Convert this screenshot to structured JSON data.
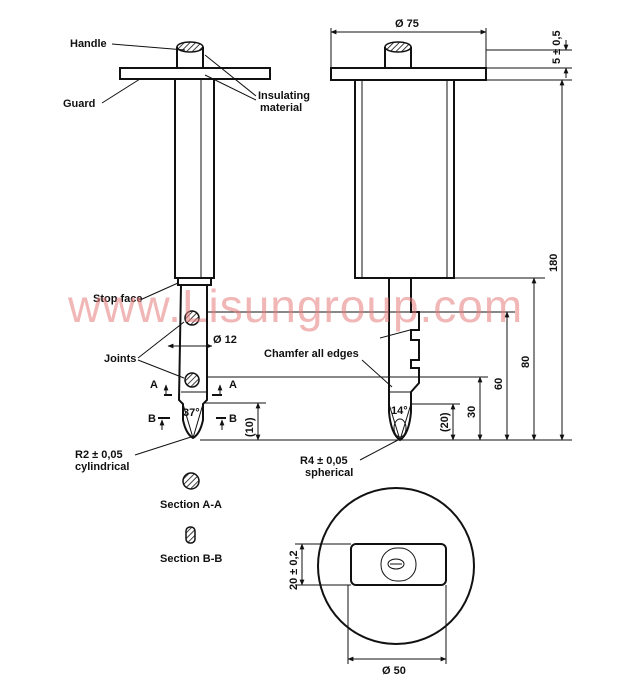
{
  "labels": {
    "handle": "Handle",
    "guard": "Guard",
    "insulating": "Insulating",
    "material": "material",
    "stop_face": "Stop face",
    "joints": "Joints",
    "chamfer": "Chamfer all edges",
    "r2": "R2 ± 0,05",
    "cylindrical": "cylindrical",
    "r4": "R4 ± 0,05",
    "spherical": "spherical",
    "section_aa": "Section A-A",
    "section_bb": "Section B-B",
    "sec_a_left": "A",
    "sec_a_right": "A",
    "sec_b_left": "B",
    "sec_b_right": "B"
  },
  "dimensions": {
    "d75": "Ø 75",
    "t5": "5 ± 0,5",
    "l180": "180",
    "l80": "80",
    "l60": "60",
    "l30": "30",
    "l20": "(20)",
    "l10": "(10)",
    "d12": "Ø 12",
    "a37": "37°",
    "a14": "14°",
    "w20": "20 ± 0,2",
    "d50": "Ø 50"
  },
  "watermark": "www.Lisungroup.com",
  "colors": {
    "line": "#111111",
    "watermark": "#e77b7b"
  }
}
